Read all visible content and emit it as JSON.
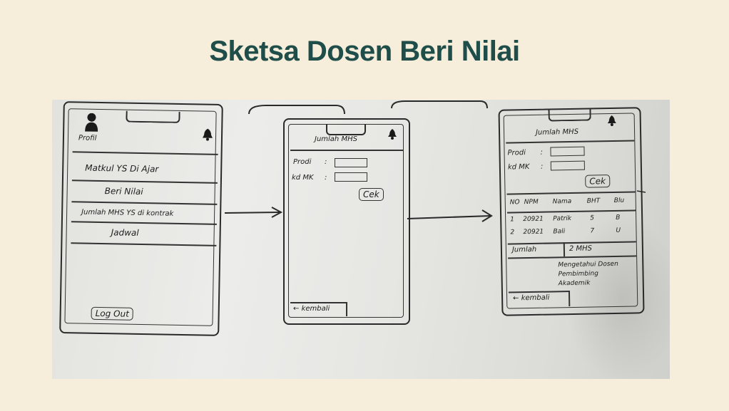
{
  "slide_title": "Sketsa Dosen Beri Nilai",
  "screen1": {
    "profile_label": "Profil",
    "menu": [
      "Matkul YS Di Ajar",
      "Beri Nilai",
      "Jumlah MHS YS di kontrak",
      "Jadwal"
    ],
    "logout_label": "Log Out",
    "icons": [
      "avatar-icon",
      "bell-icon"
    ]
  },
  "screen2": {
    "title": "Jumlah MHS",
    "prodi_label": "Prodi",
    "kdmk_label": "kd MK",
    "cek_label": "Cek",
    "back_label": "kembali",
    "icons": [
      "bell-icon",
      "back-arrow-icon"
    ]
  },
  "screen3": {
    "title": "Jumlah MHS",
    "prodi_label": "Prodi",
    "kdmk_label": "kd MK",
    "cek_label": "Cek",
    "table_headers": [
      "NO",
      "NPM",
      "Nama",
      "BHT",
      "Blu"
    ],
    "rows": [
      [
        "1",
        "20921",
        "Patrik",
        "5",
        "B"
      ],
      [
        "2",
        "20921",
        "Bali",
        "7",
        "U"
      ]
    ],
    "total_label": "Jumlah",
    "total_value": "2 MHS",
    "approval_note": "Mengetahui Dosen Pembimbing Akademik",
    "back_label": "kembali",
    "icons": [
      "bell-icon",
      "back-arrow-icon"
    ]
  },
  "colors": {
    "background": "#f6eedb",
    "title": "#1f4d4a",
    "ink": "#2a2a2a"
  }
}
